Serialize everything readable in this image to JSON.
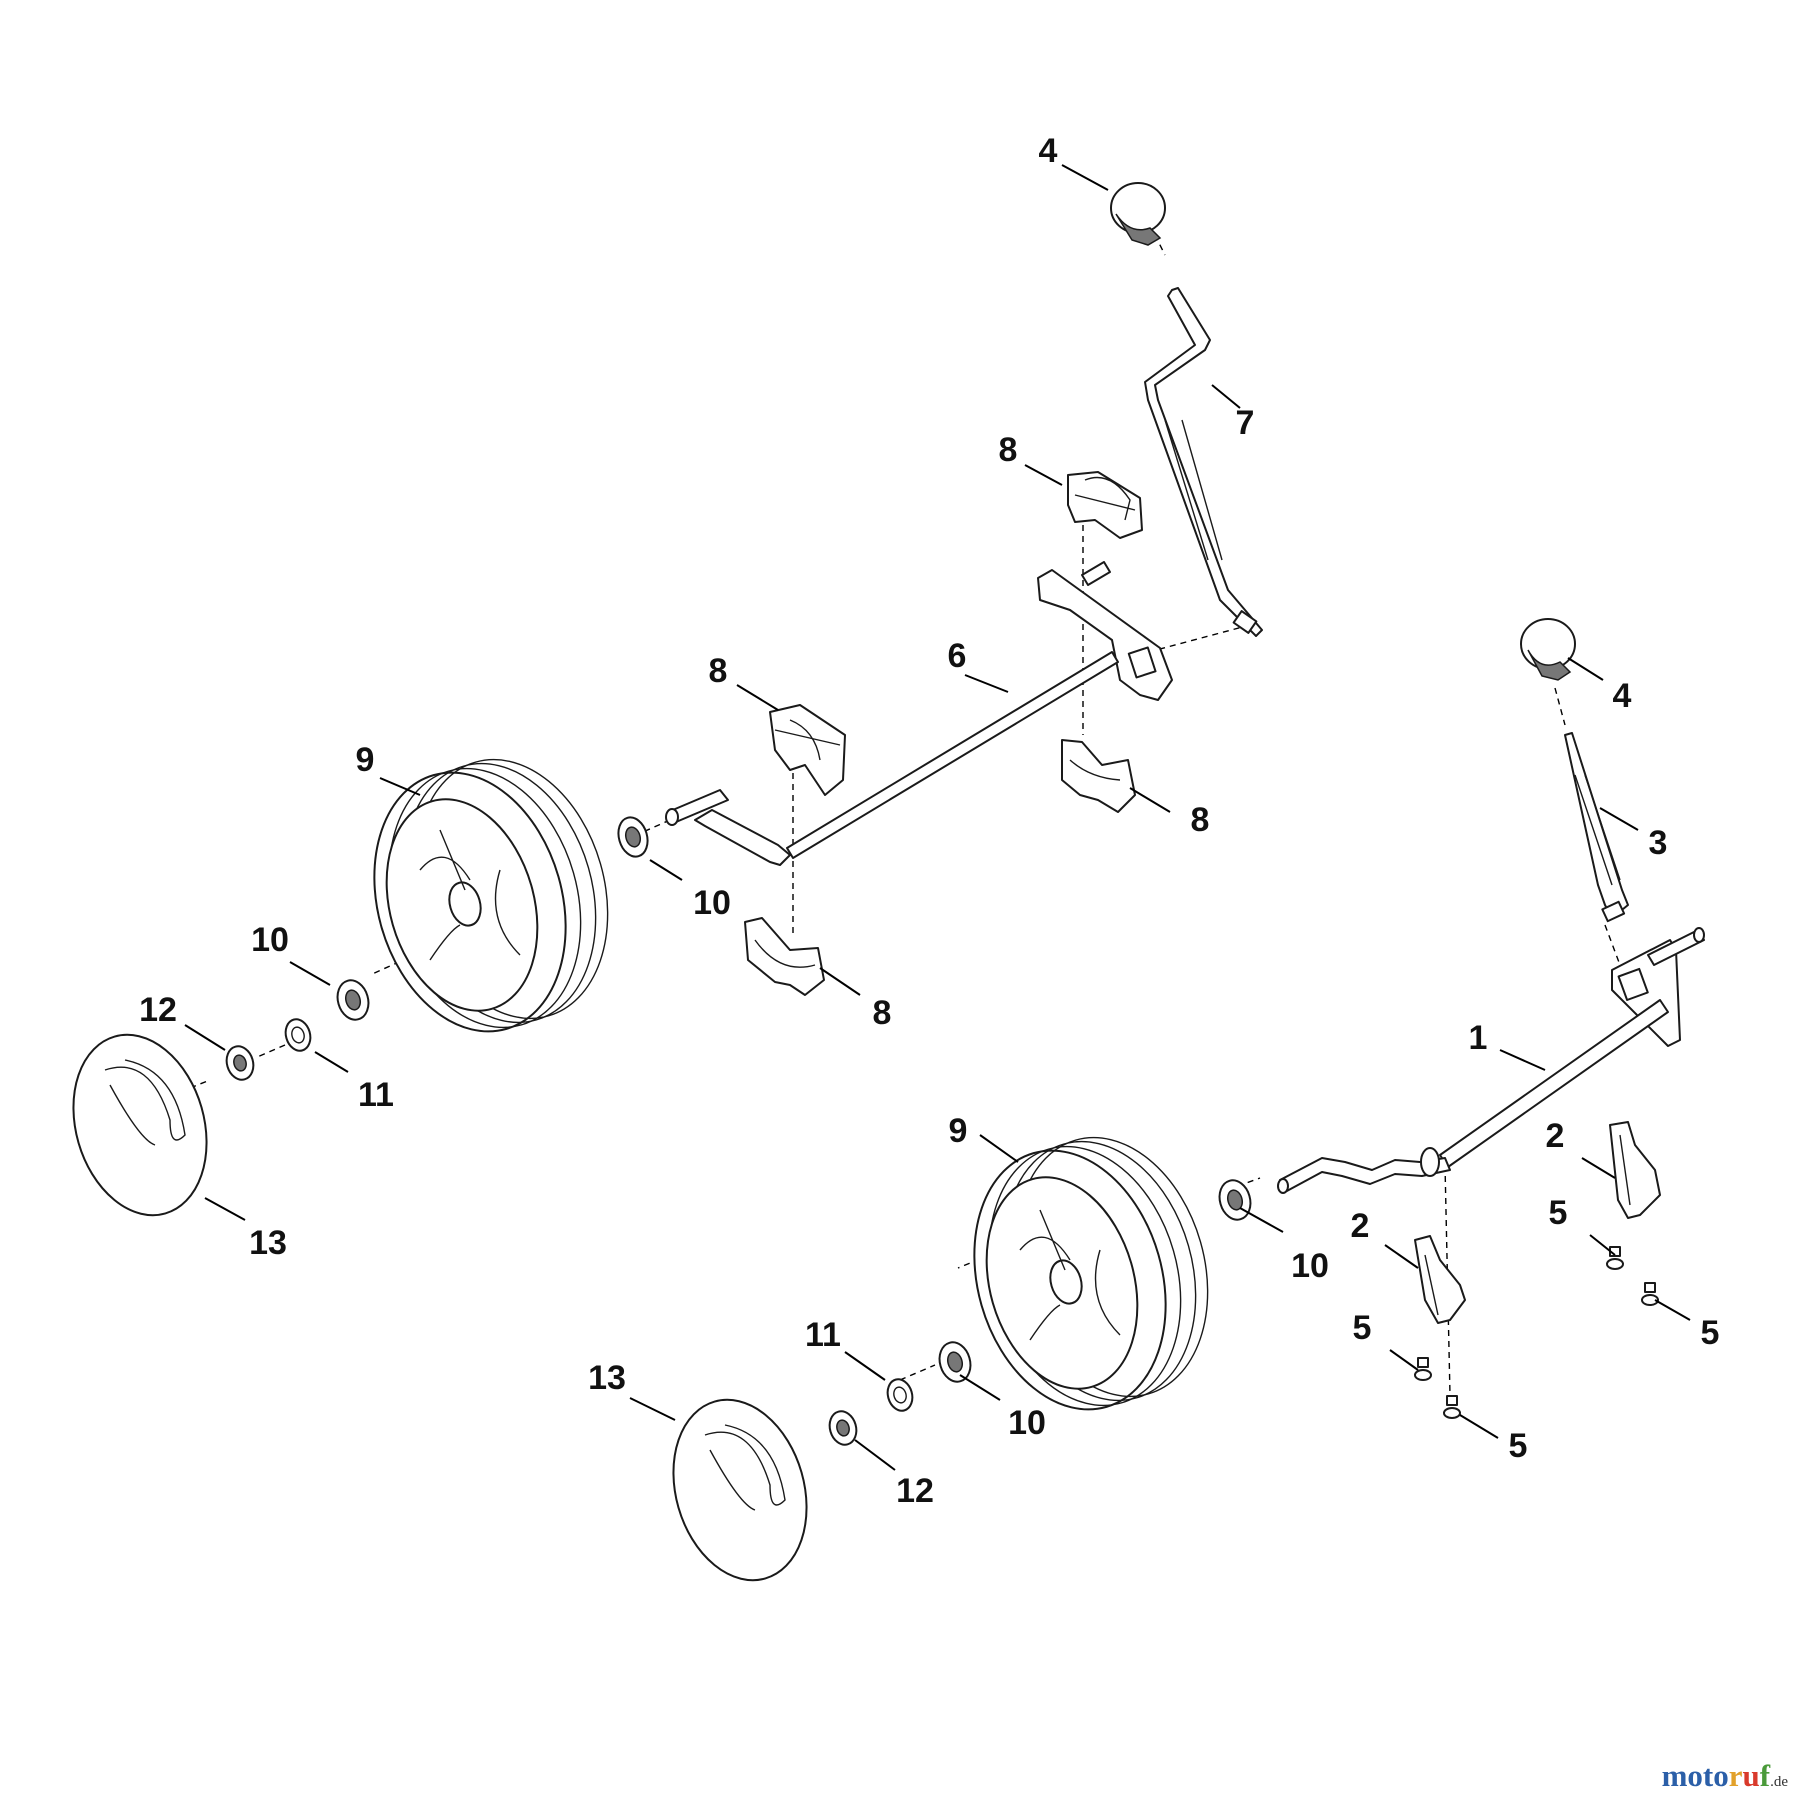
{
  "diagram": {
    "callouts": [
      {
        "id": "c1",
        "label": "1"
      },
      {
        "id": "c2a",
        "label": "2"
      },
      {
        "id": "c2b",
        "label": "2"
      },
      {
        "id": "c3",
        "label": "3"
      },
      {
        "id": "c4a",
        "label": "4"
      },
      {
        "id": "c4b",
        "label": "4"
      },
      {
        "id": "c5a",
        "label": "5"
      },
      {
        "id": "c5b",
        "label": "5"
      },
      {
        "id": "c5c",
        "label": "5"
      },
      {
        "id": "c5d",
        "label": "5"
      },
      {
        "id": "c6",
        "label": "6"
      },
      {
        "id": "c7",
        "label": "7"
      },
      {
        "id": "c8a",
        "label": "8"
      },
      {
        "id": "c8b",
        "label": "8"
      },
      {
        "id": "c8c",
        "label": "8"
      },
      {
        "id": "c8d",
        "label": "8"
      },
      {
        "id": "c9a",
        "label": "9"
      },
      {
        "id": "c9b",
        "label": "9"
      },
      {
        "id": "c10a",
        "label": "10"
      },
      {
        "id": "c10b",
        "label": "10"
      },
      {
        "id": "c10c",
        "label": "10"
      },
      {
        "id": "c10d",
        "label": "10"
      },
      {
        "id": "c11a",
        "label": "11"
      },
      {
        "id": "c11b",
        "label": "11"
      },
      {
        "id": "c12a",
        "label": "12"
      },
      {
        "id": "c12b",
        "label": "12"
      },
      {
        "id": "c13a",
        "label": "13"
      },
      {
        "id": "c13b",
        "label": "13"
      }
    ]
  },
  "watermark": {
    "letters": [
      "m",
      "o",
      "t",
      "o",
      "r",
      "u",
      "f"
    ],
    "letter_colors": [
      "#2b5fa8",
      "#2b5fa8",
      "#2b5fa8",
      "#2b5fa8",
      "#e2a12a",
      "#d93a2b",
      "#4a9a3a"
    ],
    "tld": ".de"
  }
}
